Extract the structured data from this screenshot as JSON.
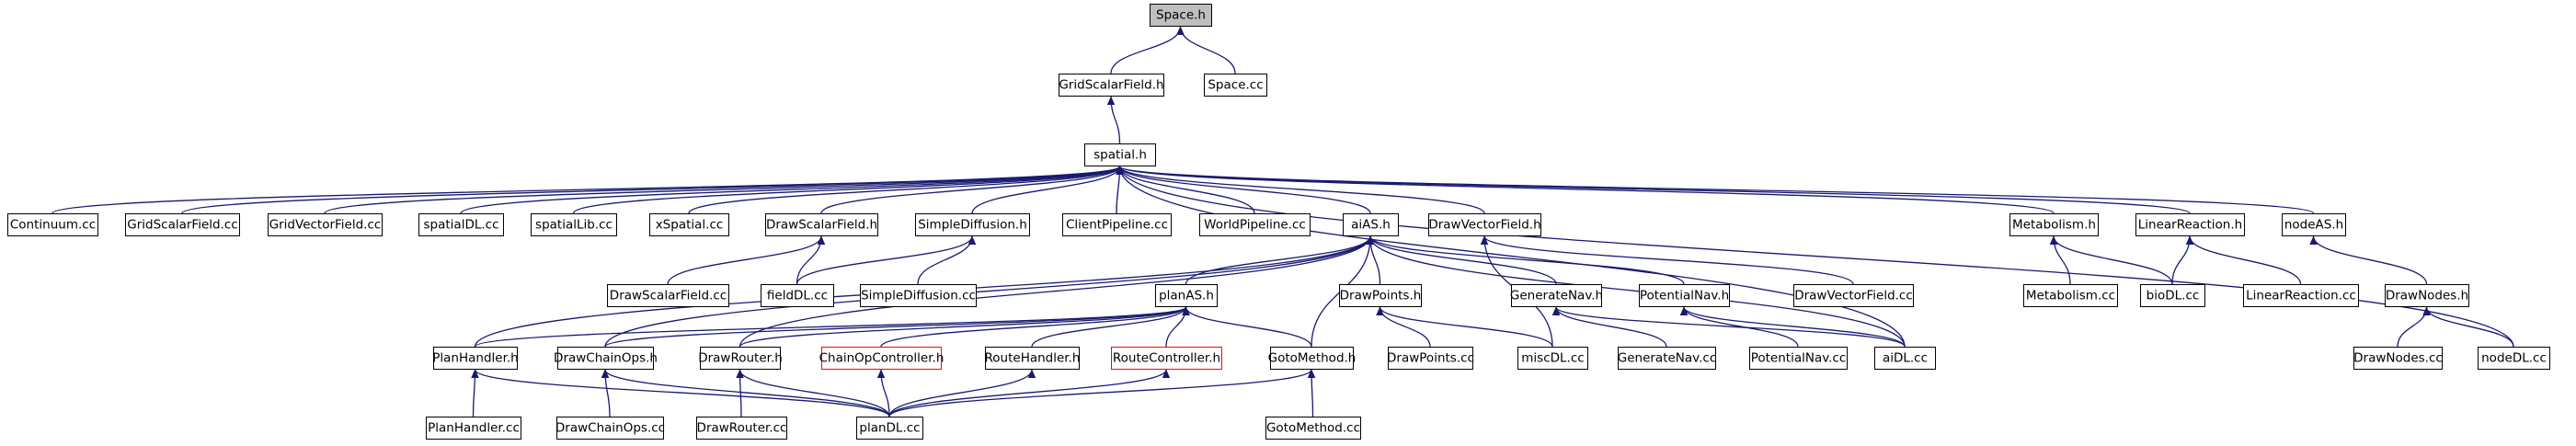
{
  "graph": {
    "nodes": [
      {
        "id": "space_h",
        "label": "Space.h",
        "style": "root"
      },
      {
        "id": "gridscalarfield_h",
        "label": "GridScalarField.h"
      },
      {
        "id": "space_cc",
        "label": "Space.cc"
      },
      {
        "id": "spatial_h",
        "label": "spatial.h"
      },
      {
        "id": "continuum_cc",
        "label": "Continuum.cc"
      },
      {
        "id": "gridscalarfield_cc",
        "label": "GridScalarField.cc"
      },
      {
        "id": "gridvectorfield_cc",
        "label": "GridVectorField.cc"
      },
      {
        "id": "spatialdl_cc",
        "label": "spatialDL.cc"
      },
      {
        "id": "spatiallib_cc",
        "label": "spatialLib.cc"
      },
      {
        "id": "xspatial_cc",
        "label": "xSpatial.cc"
      },
      {
        "id": "drawscalarfield_h",
        "label": "DrawScalarField.h"
      },
      {
        "id": "simplediffusion_h",
        "label": "SimpleDiffusion.h"
      },
      {
        "id": "clientpipeline_cc",
        "label": "ClientPipeline.cc"
      },
      {
        "id": "worldpipeline_cc",
        "label": "WorldPipeline.cc"
      },
      {
        "id": "aias_h",
        "label": "aiAS.h"
      },
      {
        "id": "drawvectorfield_h",
        "label": "DrawVectorField.h"
      },
      {
        "id": "metabolism_h",
        "label": "Metabolism.h"
      },
      {
        "id": "linearreaction_h",
        "label": "LinearReaction.h"
      },
      {
        "id": "nodeas_h",
        "label": "nodeAS.h"
      },
      {
        "id": "drawscalarfield_cc",
        "label": "DrawScalarField.cc"
      },
      {
        "id": "fielddl_cc",
        "label": "fieldDL.cc"
      },
      {
        "id": "simplediffusion_cc",
        "label": "SimpleDiffusion.cc"
      },
      {
        "id": "drawvectorfield_cc",
        "label": "DrawVectorField.cc"
      },
      {
        "id": "metabolism_cc",
        "label": "Metabolism.cc"
      },
      {
        "id": "biodl_cc",
        "label": "bioDL.cc"
      },
      {
        "id": "linearreaction_cc",
        "label": "LinearReaction.cc"
      },
      {
        "id": "drawnodes_h",
        "label": "DrawNodes.h"
      },
      {
        "id": "planas_h",
        "label": "planAS.h"
      },
      {
        "id": "drawpoints_h",
        "label": "DrawPoints.h"
      },
      {
        "id": "generatenav_h",
        "label": "GenerateNav.h"
      },
      {
        "id": "potentialnav_h",
        "label": "PotentialNav.h"
      },
      {
        "id": "planhandler_h",
        "label": "PlanHandler.h"
      },
      {
        "id": "drawchainops_h",
        "label": "DrawChainOps.h"
      },
      {
        "id": "drawrouter_h",
        "label": "DrawRouter.h"
      },
      {
        "id": "chainopcontroller_h",
        "label": "ChainOpController.h",
        "style": "ext"
      },
      {
        "id": "routehandler_h",
        "label": "RouteHandler.h"
      },
      {
        "id": "routecontroller_h",
        "label": "RouteController.h",
        "style": "ext"
      },
      {
        "id": "gotomethod_h",
        "label": "GotoMethod.h"
      },
      {
        "id": "drawpoints_cc",
        "label": "DrawPoints.cc"
      },
      {
        "id": "miscdl_cc",
        "label": "miscDL.cc"
      },
      {
        "id": "generatenav_cc",
        "label": "GenerateNav.cc"
      },
      {
        "id": "potentialnav_cc",
        "label": "PotentialNav.cc"
      },
      {
        "id": "aidl_cc",
        "label": "aiDL.cc"
      },
      {
        "id": "drawnodes_cc",
        "label": "DrawNodes.cc"
      },
      {
        "id": "nodedl_cc",
        "label": "nodeDL.cc"
      },
      {
        "id": "planhandler_cc",
        "label": "PlanHandler.cc"
      },
      {
        "id": "drawchainops_cc",
        "label": "DrawChainOps.cc"
      },
      {
        "id": "drawrouter_cc",
        "label": "DrawRouter.cc"
      },
      {
        "id": "plandl_cc",
        "label": "planDL.cc"
      },
      {
        "id": "gotomethod_cc",
        "label": "GotoMethod.cc"
      }
    ],
    "edges": [
      {
        "from": "gridscalarfield_h",
        "to": "space_h"
      },
      {
        "from": "space_cc",
        "to": "space_h"
      },
      {
        "from": "spatial_h",
        "to": "gridscalarfield_h"
      },
      {
        "from": "continuum_cc",
        "to": "spatial_h"
      },
      {
        "from": "gridscalarfield_cc",
        "to": "spatial_h"
      },
      {
        "from": "gridvectorfield_cc",
        "to": "spatial_h"
      },
      {
        "from": "spatialdl_cc",
        "to": "spatial_h"
      },
      {
        "from": "spatiallib_cc",
        "to": "spatial_h"
      },
      {
        "from": "xspatial_cc",
        "to": "spatial_h"
      },
      {
        "from": "drawscalarfield_h",
        "to": "spatial_h"
      },
      {
        "from": "simplediffusion_h",
        "to": "spatial_h"
      },
      {
        "from": "clientpipeline_cc",
        "to": "spatial_h"
      },
      {
        "from": "worldpipeline_cc",
        "to": "spatial_h"
      },
      {
        "from": "aias_h",
        "to": "spatial_h"
      },
      {
        "from": "drawvectorfield_h",
        "to": "spatial_h"
      },
      {
        "from": "metabolism_h",
        "to": "spatial_h"
      },
      {
        "from": "linearreaction_h",
        "to": "spatial_h"
      },
      {
        "from": "nodeas_h",
        "to": "spatial_h"
      },
      {
        "from": "aidl_cc",
        "to": "spatial_h"
      },
      {
        "from": "nodedl_cc",
        "to": "spatial_h"
      },
      {
        "from": "drawscalarfield_cc",
        "to": "drawscalarfield_h"
      },
      {
        "from": "fielddl_cc",
        "to": "drawscalarfield_h"
      },
      {
        "from": "fielddl_cc",
        "to": "simplediffusion_h"
      },
      {
        "from": "simplediffusion_cc",
        "to": "simplediffusion_h"
      },
      {
        "from": "drawvectorfield_cc",
        "to": "drawvectorfield_h"
      },
      {
        "from": "miscdl_cc",
        "to": "drawvectorfield_h"
      },
      {
        "from": "metabolism_cc",
        "to": "metabolism_h"
      },
      {
        "from": "biodl_cc",
        "to": "metabolism_h"
      },
      {
        "from": "biodl_cc",
        "to": "linearreaction_h"
      },
      {
        "from": "linearreaction_cc",
        "to": "linearreaction_h"
      },
      {
        "from": "drawnodes_h",
        "to": "nodeas_h"
      },
      {
        "from": "drawnodes_cc",
        "to": "drawnodes_h"
      },
      {
        "from": "nodedl_cc",
        "to": "drawnodes_h"
      },
      {
        "from": "planas_h",
        "to": "aias_h"
      },
      {
        "from": "drawpoints_h",
        "to": "aias_h"
      },
      {
        "from": "generatenav_h",
        "to": "aias_h"
      },
      {
        "from": "potentialnav_h",
        "to": "aias_h"
      },
      {
        "from": "gotomethod_h",
        "to": "aias_h"
      },
      {
        "from": "aidl_cc",
        "to": "aias_h"
      },
      {
        "from": "planhandler_h",
        "to": "aias_h"
      },
      {
        "from": "drawchainops_h",
        "to": "aias_h"
      },
      {
        "from": "drawrouter_h",
        "to": "aias_h"
      },
      {
        "from": "planhandler_h",
        "to": "planas_h"
      },
      {
        "from": "drawchainops_h",
        "to": "planas_h"
      },
      {
        "from": "drawrouter_h",
        "to": "planas_h"
      },
      {
        "from": "chainopcontroller_h",
        "to": "planas_h"
      },
      {
        "from": "routehandler_h",
        "to": "planas_h"
      },
      {
        "from": "routecontroller_h",
        "to": "planas_h"
      },
      {
        "from": "gotomethod_h",
        "to": "planas_h"
      },
      {
        "from": "drawpoints_cc",
        "to": "drawpoints_h"
      },
      {
        "from": "miscdl_cc",
        "to": "drawpoints_h"
      },
      {
        "from": "generatenav_cc",
        "to": "generatenav_h"
      },
      {
        "from": "aidl_cc",
        "to": "generatenav_h"
      },
      {
        "from": "potentialnav_cc",
        "to": "potentialnav_h"
      },
      {
        "from": "aidl_cc",
        "to": "potentialnav_h"
      },
      {
        "from": "planhandler_cc",
        "to": "planhandler_h"
      },
      {
        "from": "plandl_cc",
        "to": "planhandler_h"
      },
      {
        "from": "drawchainops_cc",
        "to": "drawchainops_h"
      },
      {
        "from": "plandl_cc",
        "to": "drawchainops_h"
      },
      {
        "from": "drawrouter_cc",
        "to": "drawrouter_h"
      },
      {
        "from": "plandl_cc",
        "to": "drawrouter_h"
      },
      {
        "from": "plandl_cc",
        "to": "chainopcontroller_h"
      },
      {
        "from": "plandl_cc",
        "to": "routehandler_h"
      },
      {
        "from": "plandl_cc",
        "to": "routecontroller_h"
      },
      {
        "from": "plandl_cc",
        "to": "gotomethod_h"
      },
      {
        "from": "gotomethod_cc",
        "to": "gotomethod_h"
      }
    ]
  }
}
